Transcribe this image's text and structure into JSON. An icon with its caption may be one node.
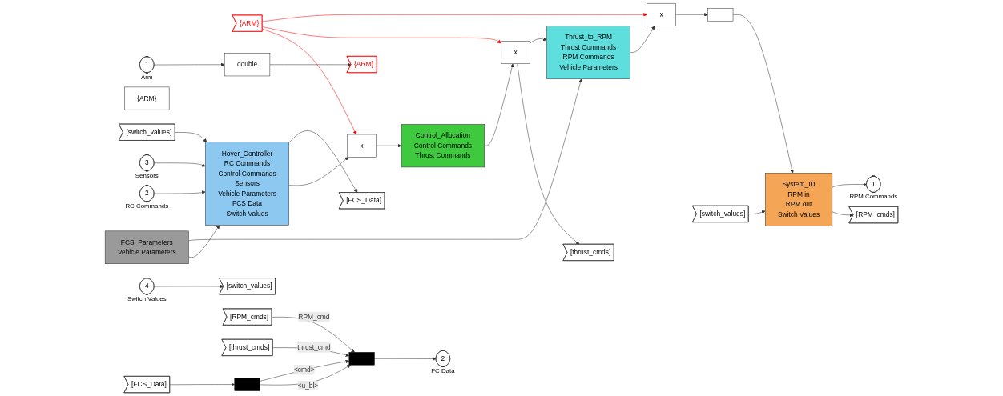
{
  "diagram": {
    "nodes": [
      {
        "text": [
          "{ARM}"
        ]
      },
      {
        "text": [
          "1"
        ],
        "beside": [
          "Arm"
        ]
      },
      {
        "text": [
          "double"
        ]
      },
      {
        "text": [
          "{ARM}"
        ]
      },
      {
        "text": [
          "{ARM}"
        ]
      },
      {
        "text": [
          "2"
        ],
        "beside": [
          "RC Commands"
        ]
      },
      {
        "text": [
          "3"
        ],
        "beside": [
          "Sensors"
        ]
      },
      {
        "text": [
          "FCS_Parameters",
          "Vehicle Parameters"
        ]
      },
      {
        "text": [
          "[switch_values]"
        ]
      },
      {
        "text": [
          "Hover_Controller",
          "RC Commands",
          "Control Commands",
          "Sensors",
          "Vehicle Parameters",
          "FCS Data",
          "Switch Values"
        ]
      },
      {
        "text": [
          "4"
        ],
        "beside": [
          "Switch Values"
        ]
      },
      {
        "text": [
          "[switch_values]"
        ]
      },
      {
        "text": [
          "x"
        ]
      },
      {
        "text": [
          "Control_Allocation",
          "Control Commands",
          "Thrust Commands"
        ]
      },
      {
        "text": [
          "[FCS_Data]"
        ]
      },
      {
        "text": [
          "x"
        ]
      },
      {
        "text": [
          "[thrust_cmds]"
        ]
      },
      {
        "text": [
          "Thrust_to_RPM",
          "Thrust Commands",
          "RPM Commands",
          "Vehicle Parameters"
        ]
      },
      {
        "text": [
          "x"
        ]
      },
      {
        "text": [],
        "shape": "box"
      },
      {
        "text": [
          "System_ID",
          "RPM in",
          "RPM out",
          "Switch Values"
        ]
      },
      {
        "text": [
          "[switch_values]"
        ]
      },
      {
        "text": [
          "[RPM_cmds]"
        ]
      },
      {
        "text": [
          "1"
        ],
        "beside": [
          "RPM Commands"
        ]
      },
      {
        "text": [
          "[FCS_Data]"
        ]
      },
      {
        "text": [],
        "shape": "bar"
      },
      {
        "text": [
          "[RPM_cmds]"
        ]
      },
      {
        "text": [
          "[thrust_cmds]"
        ]
      },
      {
        "text": [],
        "shape": "bar"
      },
      {
        "text": [
          "2"
        ],
        "beside": [
          "FC Data"
        ]
      }
    ],
    "edges": [
      {
        "from": 0,
        "to": 12,
        "arrow": "to",
        "color": "#ff0000"
      },
      {
        "from": 0,
        "to": 15,
        "arrow": "to",
        "color": "#ff0000"
      },
      {
        "from": 0,
        "to": 18,
        "arrow": "to",
        "color": "#ff0000"
      },
      {
        "from": 1,
        "to": 2,
        "arrow": "to"
      },
      {
        "from": 2,
        "to": 3,
        "arrow": "to"
      },
      {
        "from": 5,
        "to": 9,
        "arrow": "to"
      },
      {
        "from": 6,
        "to": 9,
        "arrow": "to"
      },
      {
        "from": 7,
        "to": 9,
        "arrow": "to"
      },
      {
        "from": 7,
        "to": 17,
        "arrow": "to"
      },
      {
        "from": 8,
        "to": 9,
        "arrow": "to"
      },
      {
        "from": 9,
        "to": 12,
        "arrow": "to"
      },
      {
        "from": 9,
        "to": 14,
        "arrow": "to"
      },
      {
        "from": 10,
        "to": 11,
        "arrow": "to"
      },
      {
        "from": 12,
        "to": 13,
        "arrow": "to"
      },
      {
        "from": 13,
        "to": 15,
        "arrow": "to"
      },
      {
        "from": 15,
        "to": 16,
        "arrow": "to"
      },
      {
        "from": 15,
        "to": 17,
        "arrow": "to"
      },
      {
        "from": 17,
        "to": 18,
        "arrow": "to"
      },
      {
        "from": 18,
        "to": 19,
        "arrow": "to"
      },
      {
        "from": 19,
        "to": 20,
        "arrow": "to"
      },
      {
        "from": 21,
        "to": 20,
        "arrow": "to"
      },
      {
        "from": 20,
        "to": 22,
        "arrow": "to"
      },
      {
        "from": 20,
        "to": 23,
        "arrow": "to"
      },
      {
        "from": 24,
        "to": 25,
        "arrow": "to"
      },
      {
        "from": 25,
        "to": 28,
        "label": "<u_bl>",
        "arrow": "to"
      },
      {
        "from": 25,
        "to": 28,
        "label": "<cmd>",
        "arrow": "to"
      },
      {
        "from": 26,
        "to": 28,
        "label": "RPM_cmd",
        "arrow": "to"
      },
      {
        "from": 27,
        "to": 28,
        "label": "thrust_cmd",
        "arrow": "to"
      },
      {
        "from": 28,
        "to": 29,
        "arrow": "to"
      }
    ]
  }
}
